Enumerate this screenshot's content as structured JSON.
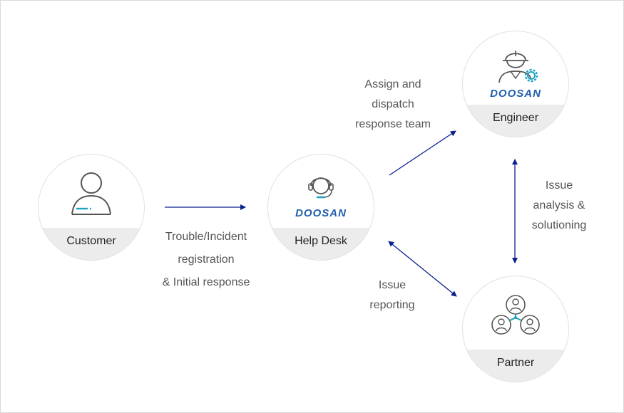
{
  "nodes": {
    "customer": {
      "label": "Customer"
    },
    "helpdesk": {
      "label": "Help Desk",
      "logo": "DOOSAN"
    },
    "engineer": {
      "label": "Engineer",
      "logo": "DOOSAN"
    },
    "partner": {
      "label": "Partner"
    }
  },
  "edges": {
    "registration": {
      "lines": [
        "Trouble/Incident",
        "registration",
        "& Initial response"
      ]
    },
    "dispatch": {
      "lines": [
        "Assign and",
        "dispatch",
        "response team"
      ]
    },
    "analysis": {
      "lines": [
        "Issue",
        "analysis &",
        "solutioning"
      ]
    },
    "reporting": {
      "lines": [
        "Issue",
        "reporting"
      ]
    }
  },
  "colors": {
    "arrow": "#0b1e8c",
    "brand": "#1f5fae",
    "accent": "#1ea2c2",
    "icon_line": "#555555"
  }
}
